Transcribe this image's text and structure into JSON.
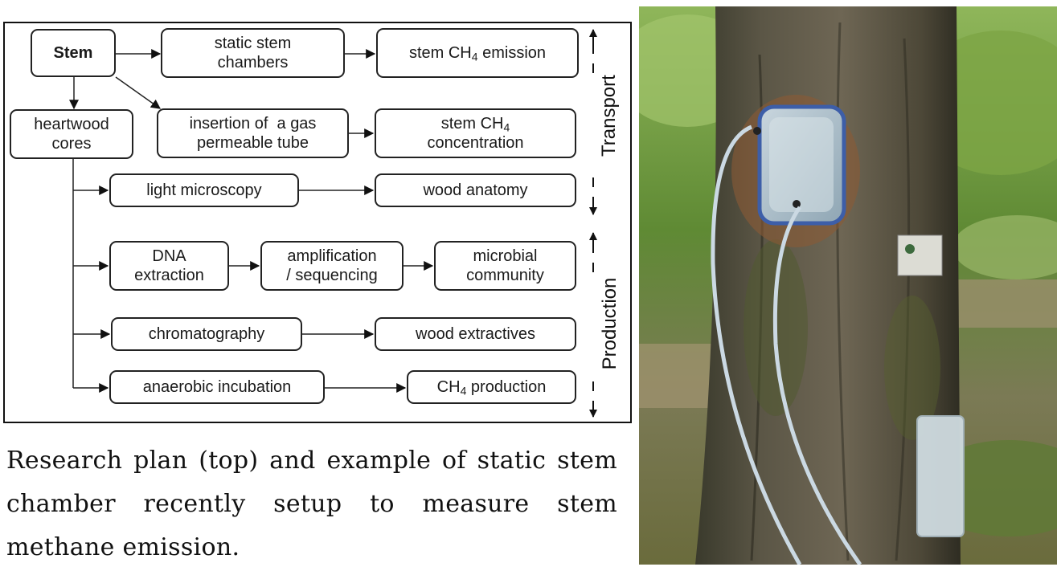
{
  "diagram": {
    "nodes": {
      "stem": "Stem",
      "static_chambers": [
        "static stem",
        "chambers"
      ],
      "stem_emission": {
        "pre": "stem CH",
        "sub": "4",
        "post": " emission"
      },
      "heartwood_cores": [
        "heartwood",
        "cores"
      ],
      "insertion_tube": [
        "insertion of  a gas",
        "permeable tube"
      ],
      "stem_concentration": {
        "line1_pre": "stem CH",
        "line1_sub": "4",
        "line2": "concentration"
      },
      "light_microscopy": "light microscopy",
      "wood_anatomy": "wood anatomy",
      "dna_extraction": [
        "DNA",
        "extraction"
      ],
      "amplification": [
        "amplification",
        "/ sequencing"
      ],
      "microbial_community": [
        "microbial",
        "community"
      ],
      "chromatography": "chromatography",
      "wood_extractives": "wood extractives",
      "anaerobic_incubation": "anaerobic incubation",
      "ch4_production": {
        "pre": "CH",
        "sub": "4",
        "post": " production"
      }
    },
    "side_labels": {
      "transport": "Transport",
      "production": "Production"
    }
  },
  "caption": "Research plan (top) and example of static stem chamber recently setup to measure stem methane emission."
}
